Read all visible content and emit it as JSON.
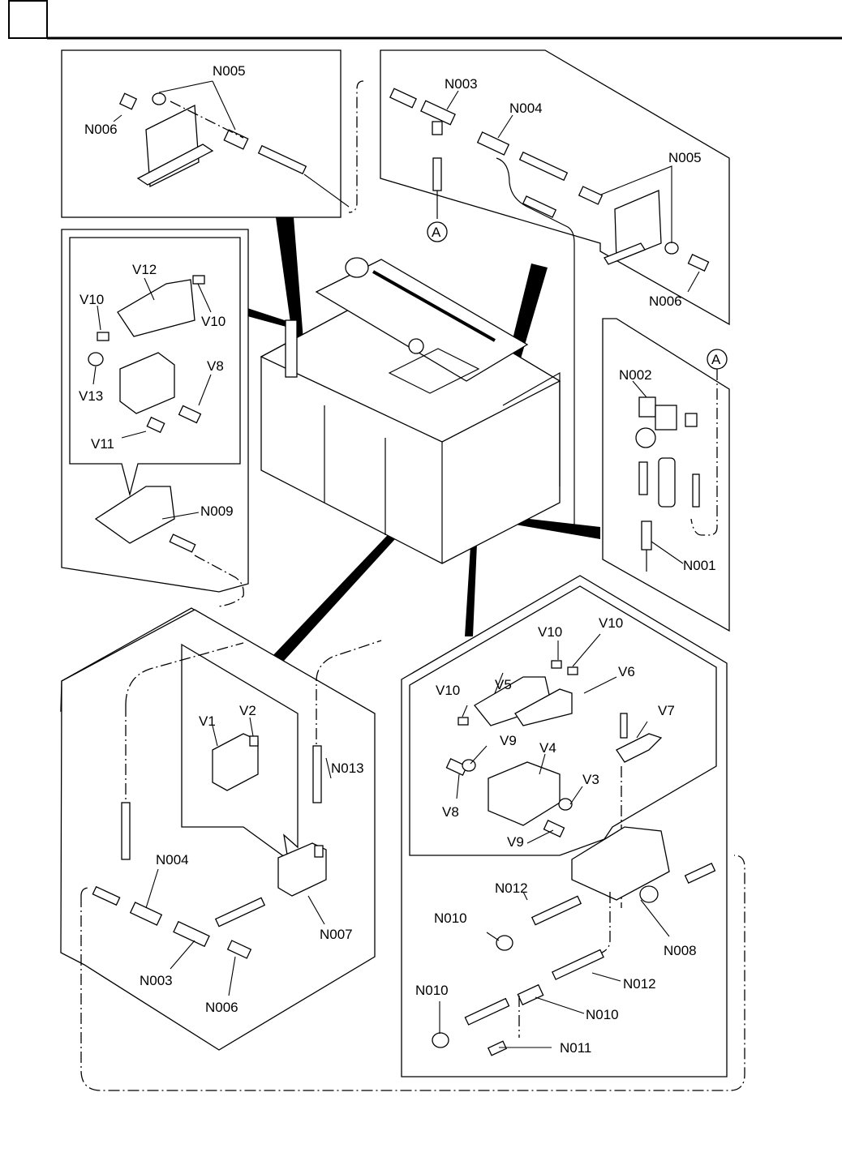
{
  "header": {
    "index_box": ""
  },
  "callouts": {
    "top_left": {
      "n005": "N005",
      "n006": "N006"
    },
    "top_right": {
      "n003": "N003",
      "n004": "N004",
      "n005": "N005",
      "n006": "N006",
      "ref_a": "A"
    },
    "left_valve": {
      "v12": "V12",
      "v10a": "V10",
      "v10b": "V10",
      "v13": "V13",
      "v8": "V8",
      "v11": "V11",
      "n009": "N009"
    },
    "right_regulator": {
      "ref_a": "A",
      "n002": "N002",
      "n001": "N001"
    },
    "bottom_left": {
      "v1": "V1",
      "v2": "V2",
      "n013": "N013",
      "n004": "N004",
      "n007": "N007",
      "n003": "N003",
      "n006": "N006"
    },
    "bottom_right": {
      "v10a": "V10",
      "v10b": "V10",
      "v10c": "V10",
      "v5": "V5",
      "v6": "V6",
      "v7": "V7",
      "v9a": "V9",
      "v4": "V4",
      "v3": "V3",
      "v8": "V8",
      "v9b": "V9",
      "n012a": "N012",
      "n010a": "N010",
      "n008": "N008",
      "n012b": "N012",
      "n010b": "N010",
      "n010c": "N010",
      "n011": "N011"
    }
  }
}
